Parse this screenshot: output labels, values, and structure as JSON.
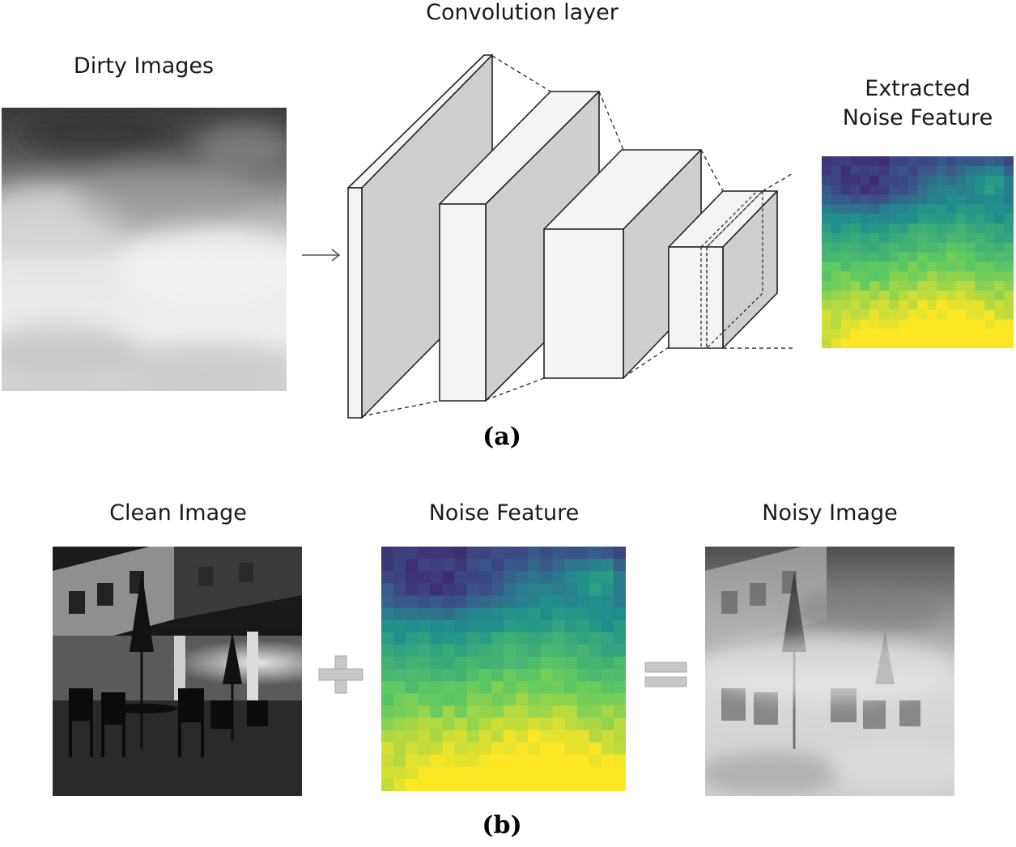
{
  "panel_a": {
    "title_dirty": "Dirty Images",
    "title_conv": "Convolution layer",
    "title_extracted_line1": "Extracted",
    "title_extracted_line2": "Noise Feature",
    "caption": "(a)"
  },
  "panel_b": {
    "title_clean": "Clean Image",
    "title_noise": "Noise Feature",
    "title_noisy": "Noisy Image",
    "plus_symbol": "+",
    "equals_symbol": "=",
    "caption": "(b)"
  },
  "colors": {
    "viridis_dark": "#440154",
    "viridis_mid": "#21918c",
    "viridis_bright": "#fde725",
    "layer_front": "#f4f4f4",
    "layer_side": "#cfcfcf",
    "operator_gray": "#c8c8c8"
  }
}
